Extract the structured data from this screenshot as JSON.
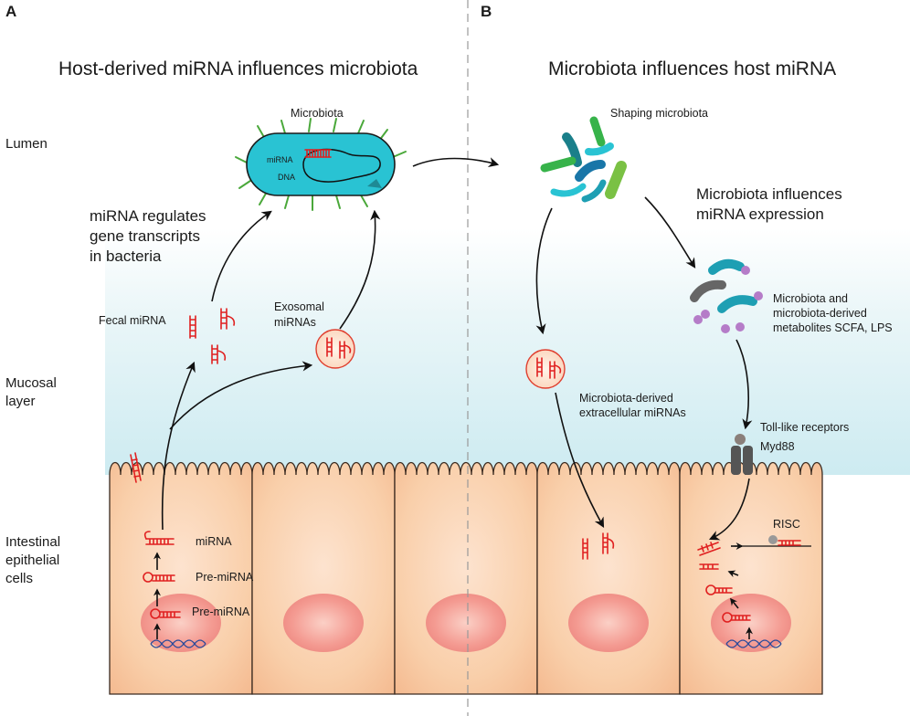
{
  "panels": {
    "a_letter": "A",
    "b_letter": "B"
  },
  "titles": {
    "a": "Host-derived miRNA influences microbiota",
    "b": "Microbiota influences host miRNA"
  },
  "side_labels": {
    "lumen": "Lumen",
    "mucosal_1": "Mucosal",
    "mucosal_2": "layer",
    "intestinal_1": "Intestinal",
    "intestinal_2": "epithelial",
    "intestinal_3": "cells"
  },
  "panel_a": {
    "microbiota": "Microbiota",
    "bacterium_mirna": "miRNA",
    "bacterium_dna": "DNA",
    "regulates_1": "miRNA  regulates",
    "regulates_2": "gene transcripts",
    "regulates_3": "in bacteria",
    "fecal": "Fecal miRNA",
    "exosomal_1": "Exosomal",
    "exosomal_2": "miRNAs",
    "cell_mirna": "miRNA",
    "cell_pre1": "Pre-miRNA",
    "cell_pre2": "Pre-miRNA"
  },
  "panel_b": {
    "shaping": "Shaping microbiota",
    "influences_1": "Microbiota influences",
    "influences_2": "miRNA expression",
    "metab_1": "Microbiota and",
    "metab_2": "microbiota-derived",
    "metab_3": "metabolites SCFA, LPS",
    "extra_1": "Microbiota-derived",
    "extra_2": "extracellular miRNAs",
    "tlr": "Toll-like receptors",
    "myd": "Myd88",
    "risc": "RISC"
  },
  "colors": {
    "cell_fill": "#f7c9a3",
    "nucleus": "#f08f8f",
    "bacterium": "#29c3d3",
    "mirna": "#e02020",
    "mucus": "#d7eef3"
  }
}
